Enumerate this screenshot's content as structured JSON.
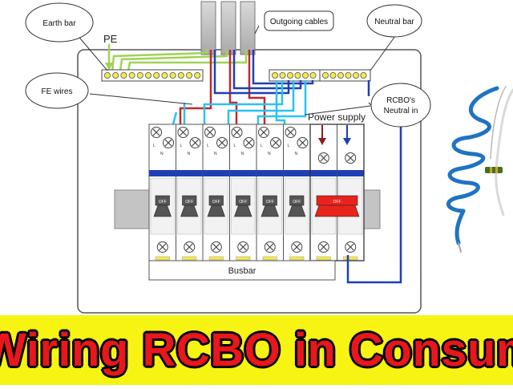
{
  "labels": {
    "earth_bar": "Earth bar",
    "pe": "PE",
    "outgoing_cables": "Outgoing cables",
    "neutral_bar": "Neutral bar",
    "fe_wires": "FE wires",
    "rcbo_neutral_line1": "RCBO's",
    "rcbo_neutral_line2": "Neutral in",
    "power_supply": "Power supply",
    "busbar": "Busbar",
    "off": "OFF"
  },
  "banner": {
    "text": "Wiring RCBO in Consumer unit"
  },
  "colors": {
    "banner_bg": "#f7f414",
    "banner_text": "#e8171d",
    "live_red": "#c0282d",
    "neutral_blue": "#1e3fb5",
    "earth_green": "#9fd356",
    "cyan_wire": "#29c3f0",
    "rcbo_handle": "#e8231c"
  }
}
